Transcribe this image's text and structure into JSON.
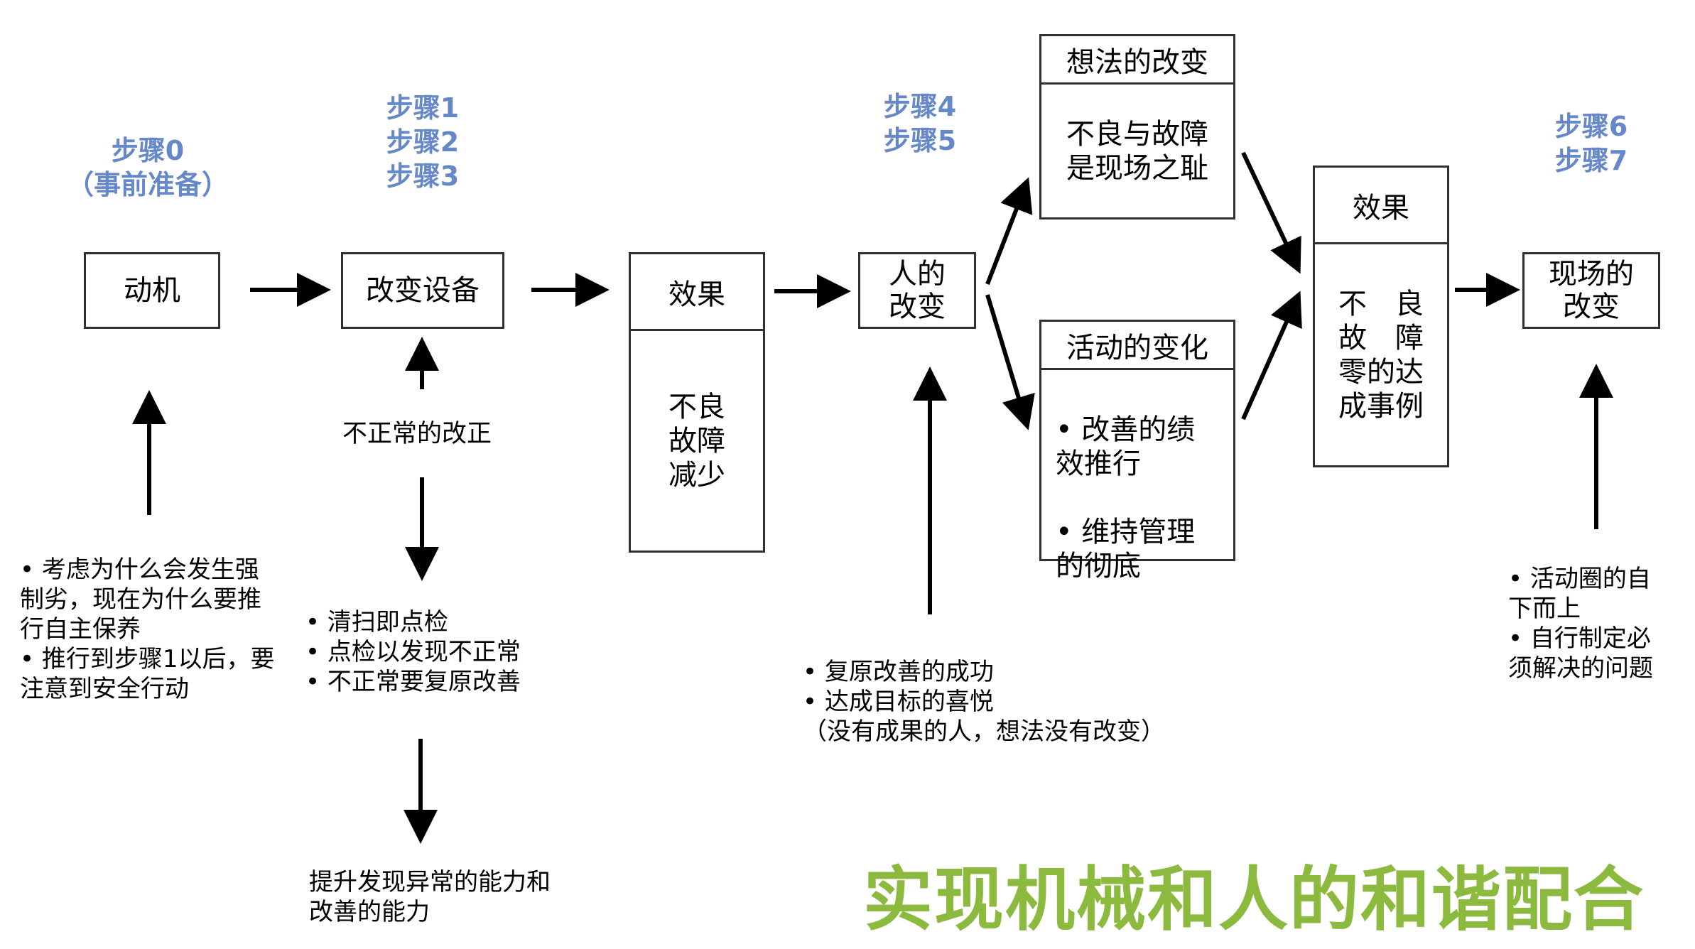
{
  "steps": {
    "s0": [
      "步骤0",
      "（事前准备）"
    ],
    "s123": [
      "步骤1",
      "步骤2",
      "步骤3"
    ],
    "s45": [
      "步骤4",
      "步骤5"
    ],
    "s67": [
      "步骤6",
      "步骤7"
    ]
  },
  "boxes": {
    "motive": "动机",
    "change_equipment": "改变设备",
    "effect1": {
      "head": "效果",
      "body": "不良\n故障\n减少"
    },
    "people_change": "人的\n改变",
    "thinking_change": {
      "head": "想法的改变",
      "body": "不良与故障\n是现场之耻"
    },
    "activity_change": {
      "head": "活动的变化",
      "items": [
        "• 改善的绩\n效推行",
        "• 维持管理\n的彻底"
      ]
    },
    "effect2": {
      "head": "效果",
      "body": "不　良\n故　障\n零的达\n成事例"
    },
    "site_change": "现场的\n改变"
  },
  "labels": {
    "abnormal_correction": "不正常的改正"
  },
  "notes": {
    "motive_notes": [
      "• 考虑为什么会发生强\n制劣，现在为什么要推\n行自主保养",
      "• 推行到步骤1以后，要\n注意到安全行动"
    ],
    "cleaning_notes": [
      "•  清扫即点检",
      "•  点检以发现不正常",
      "•  不正常要复原改善"
    ],
    "ability": "提升发现异常的能力和\n改善的能力",
    "success_notes": [
      "•  复原改善的成功",
      "•  达成目标的喜悦",
      "（没有成果的人，想法没有改变）"
    ],
    "circle_notes": [
      "•  活动圈的自\n下而上",
      "•  自行制定必\n须解决的问题"
    ]
  },
  "banner": "实现机械和人的和谐配合",
  "colors": {
    "step": "#6688c8",
    "banner": "#8cba3e",
    "line": "#000000"
  }
}
